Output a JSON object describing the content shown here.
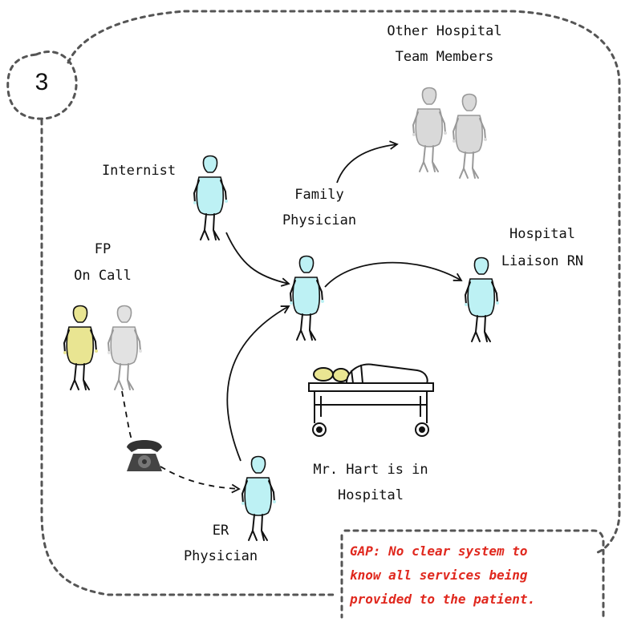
{
  "step_number": "3",
  "labels": {
    "other_team": [
      "Other Hospital",
      "Team Members"
    ],
    "internist": "Internist",
    "family_physician": [
      "Family",
      "Physician"
    ],
    "hospital_liaison": [
      "Hospital",
      "Liaison RN"
    ],
    "fp_on_call": [
      "FP",
      "On Call"
    ],
    "patient_caption": [
      "Mr. Hart is in",
      "Hospital"
    ],
    "er_physician": [
      "ER",
      "Physician"
    ]
  },
  "gap_note": [
    "GAP: No clear system to",
    "know all services being",
    "provided to the patient."
  ],
  "colors": {
    "cyan": "#bdf1f4",
    "yellow": "#e9e592",
    "grey": "#d9d9d9",
    "gap_text": "#e0281e"
  },
  "icons": [
    "telephone-icon",
    "stretcher-icon"
  ]
}
